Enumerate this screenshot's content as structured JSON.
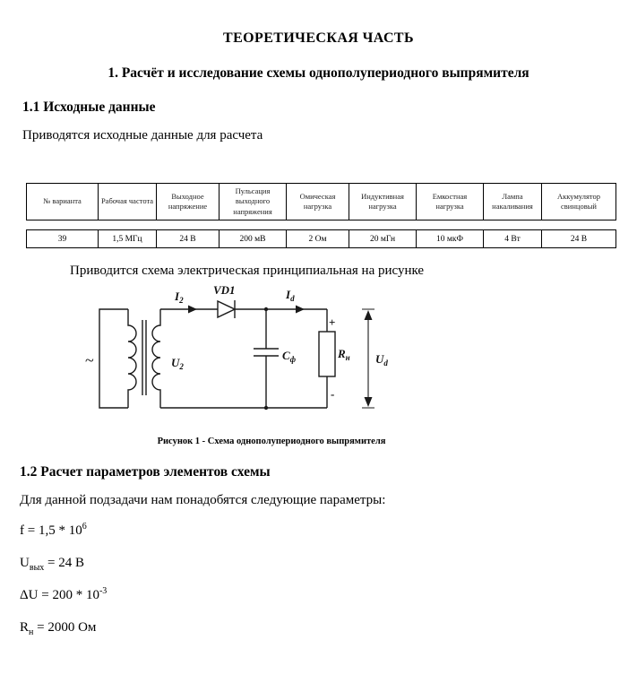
{
  "doc": {
    "title": "ТЕОРЕТИЧЕСКАЯ ЧАСТЬ",
    "section1_heading": "1. Расчёт и исследование схемы однополупериодного выпрямителя",
    "section11": {
      "heading": "1.1 Исходные данные",
      "intro": "Приводятся исходные данные для расчета"
    },
    "table": {
      "headers": [
        "№ варианта",
        "Рабочая частота",
        "Выходное напряжение",
        "Пульсация выходного напряжения",
        "Омическая нагрузка",
        "Индуктивная нагрузка",
        "Емкостная нагрузка",
        "Лампа накаливания",
        "Аккумулятор свинцовый"
      ],
      "values": [
        "39",
        "1,5 МГц",
        "24 В",
        "200 мВ",
        "2 Ом",
        "20 мГн",
        "10 мкФ",
        "4 Вт",
        "24 В"
      ]
    },
    "schematic_intro": "Приводится схема электрическая принципиальная на рисунке",
    "figure": {
      "caption": "Рисунок 1 - Схема однополупериодного выпрямителя",
      "labels": {
        "source": "~",
        "i2_base": "I",
        "i2_sub": "2",
        "vd1": "VD1",
        "id_base": "I",
        "id_sub": "d",
        "u2_base": "U",
        "u2_sub": "2",
        "cf_base": "C",
        "cf_sub": "ф",
        "rn_base": "R",
        "rn_sub": "н",
        "ud_base": "U",
        "ud_sub": "d",
        "plus": "+",
        "minus": "-"
      }
    },
    "section12": {
      "heading": "1.2 Расчет параметров элементов схемы",
      "intro": "Для данной подзадачи нам понадобятся следующие параметры:",
      "params": [
        {
          "pre": "f = 1,5 * 10",
          "sub": "",
          "mid": "",
          "sup": "6"
        },
        {
          "pre": "U",
          "sub": "вых",
          "mid": " = 24 В",
          "sup": ""
        },
        {
          "pre": "ΔU = 200 * 10",
          "sub": "",
          "mid": "",
          "sup": "-3"
        },
        {
          "pre": "R",
          "sub": "н",
          "mid": " = 2000 Ом",
          "sup": ""
        }
      ]
    }
  }
}
